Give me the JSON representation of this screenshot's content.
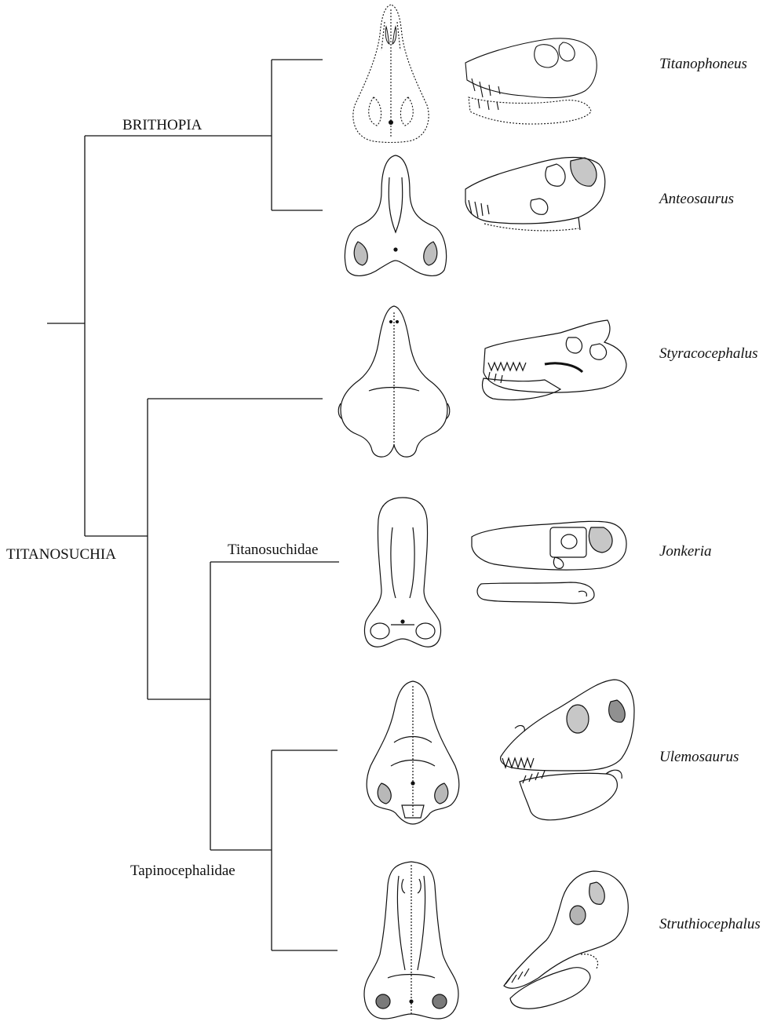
{
  "clades": {
    "brithopia": "BRITHOPIA",
    "titanosuchia": "TITANOSUCHIA",
    "titanosuchidae": "Titanosuchidae",
    "tapinocephalidae": "Tapinocephalidae"
  },
  "taxa": [
    {
      "name": "Titanophoneus",
      "dorsal_icon": "dorsal-skull-drawing",
      "lateral_icon": "lateral-skull-drawing"
    },
    {
      "name": "Anteosaurus",
      "dorsal_icon": "dorsal-skull-drawing",
      "lateral_icon": "lateral-skull-drawing"
    },
    {
      "name": "Styracocephalus",
      "dorsal_icon": "dorsal-skull-drawing",
      "lateral_icon": "lateral-skull-drawing"
    },
    {
      "name": "Jonkeria",
      "dorsal_icon": "dorsal-skull-drawing",
      "lateral_icon": "lateral-skull-drawing"
    },
    {
      "name": "Ulemosaurus",
      "dorsal_icon": "dorsal-skull-drawing",
      "lateral_icon": "lateral-skull-drawing"
    },
    {
      "name": "Struthiocephalus",
      "dorsal_icon": "dorsal-skull-drawing",
      "lateral_icon": "lateral-skull-drawing"
    }
  ],
  "colors": {
    "line": "#111111",
    "background": "#ffffff"
  }
}
